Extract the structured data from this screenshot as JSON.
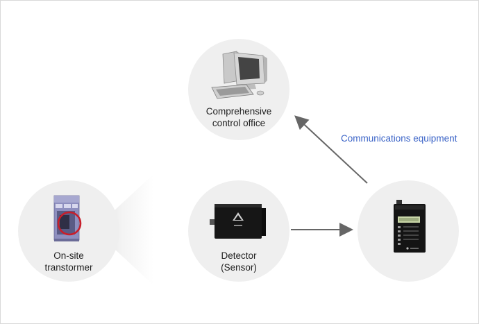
{
  "nodes": {
    "control_office": {
      "label_line1": "Comprehensive",
      "label_line2": "control office",
      "icon": "desktop-computer-icon"
    },
    "transformer": {
      "label_line1": "On-site",
      "label_line2": "transtormer",
      "icon": "transformer-cabinet-icon"
    },
    "detector": {
      "label_line1": "Detector",
      "label_line2": "(Sensor)",
      "icon": "sensor-device-icon"
    },
    "comm_device": {
      "icon": "communications-device-icon"
    }
  },
  "communications_label": "Communications equipment",
  "colors": {
    "circle_fill": "#efefef",
    "arrow": "#666666",
    "accent_text": "#3a63c7",
    "transformer_ring": "#c81e2a"
  }
}
